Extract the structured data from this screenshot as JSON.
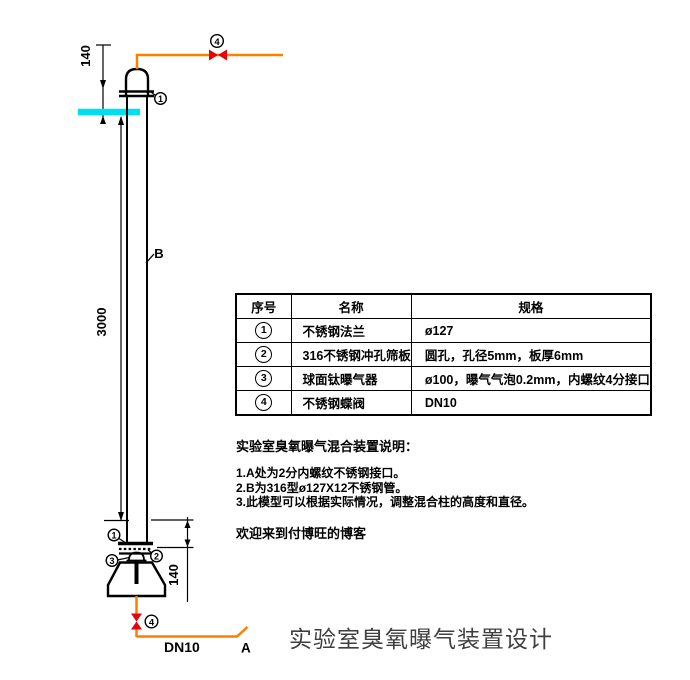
{
  "title": {
    "text": "实验室臭氧曝气装置设计",
    "color": "#3f3f3f"
  },
  "drawing": {
    "colors": {
      "pipe": "#f98100",
      "valve": "#e8000b",
      "water": "#00dff0"
    },
    "dims": {
      "top_140": "140",
      "height_3000": "3000",
      "bottom_140": "140"
    },
    "labels": {
      "point_b": "B",
      "point_a": "A",
      "pipe_size": "DN10"
    },
    "callouts": {
      "flange": "1",
      "plate": "2",
      "aerator": "3",
      "valve": "4"
    }
  },
  "table": {
    "headers": [
      "序号",
      "名称",
      "规格"
    ],
    "rows": [
      {
        "no": "1",
        "name": "不锈钢法兰",
        "spec": "ø127"
      },
      {
        "no": "2",
        "name": "316不锈钢冲孔筛板",
        "spec": "圆孔，孔径5mm，板厚6mm"
      },
      {
        "no": "3",
        "name": "球面钛曝气器",
        "spec": "ø100，曝气气泡0.2mm，内螺纹4分接口"
      },
      {
        "no": "4",
        "name": "不锈钢蝶阀",
        "spec": "DN10"
      }
    ]
  },
  "notes": {
    "heading": "实验室臭氧曝气混合装置说明：",
    "items": [
      "1.A处为2分内螺纹不锈钢接口。",
      "2.B为316型ø127X12不锈钢管。",
      "3.此模型可以根据实际情况，调整混合柱的高度和直径。"
    ],
    "welcome": "欢迎来到付博旺的博客"
  }
}
